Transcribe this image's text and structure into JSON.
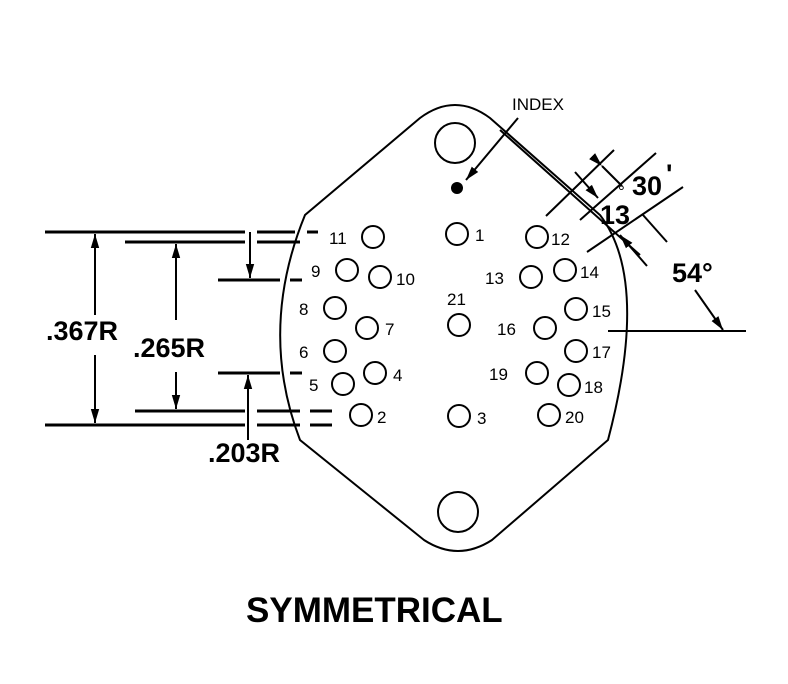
{
  "index_label": "INDEX",
  "pins": [
    "1",
    "2",
    "3",
    "4",
    "5",
    "6",
    "7",
    "8",
    "9",
    "10",
    "11",
    "12",
    "13",
    "14",
    "15",
    "16",
    "17",
    "18",
    "19",
    "20",
    "21"
  ],
  "dimensions": {
    "outer": ".367R",
    "middle": ".265R",
    "inner": ".203R"
  },
  "angles": {
    "degrees_13": "13",
    "minutes_30": "30",
    "degree_symbol": "°",
    "minute_symbol": "'",
    "angle_54": "54°"
  },
  "title": "SYMMETRICAL"
}
